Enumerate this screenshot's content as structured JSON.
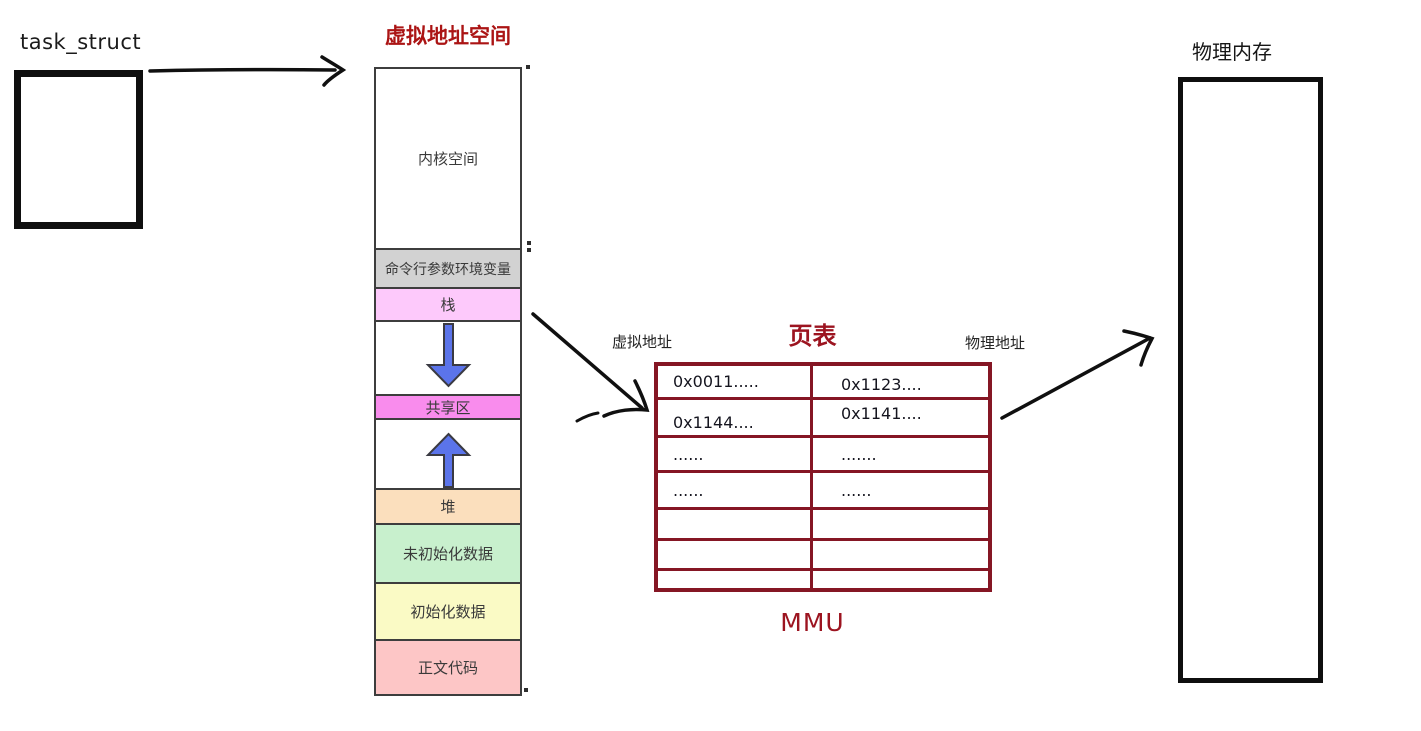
{
  "task_struct": {
    "label": "task_struct"
  },
  "virtual_address_space": {
    "title": "虚拟地址空间",
    "segments": [
      {
        "name": "kernel-space",
        "label": "内核空间",
        "bg": "#ffffff"
      },
      {
        "name": "cmdline-env",
        "label": "命令行参数环境变量",
        "bg": "#d2d2d2"
      },
      {
        "name": "stack",
        "label": "栈",
        "bg": "#fdc9fb"
      },
      {
        "name": "stack-growth",
        "label": "",
        "bg": "#ffffff",
        "icon": "down-arrow"
      },
      {
        "name": "shared-area",
        "label": "共享区",
        "bg": "#f98ced"
      },
      {
        "name": "heap-growth",
        "label": "",
        "bg": "#ffffff",
        "icon": "up-arrow"
      },
      {
        "name": "heap",
        "label": "堆",
        "bg": "#fbdfbd"
      },
      {
        "name": "uninitialized-data",
        "label": "未初始化数据",
        "bg": "#c8f0cd"
      },
      {
        "name": "initialized-data",
        "label": "初始化数据",
        "bg": "#fafac5"
      },
      {
        "name": "text-code",
        "label": "正文代码",
        "bg": "#fdc6c6"
      }
    ]
  },
  "page_table": {
    "title": "页表",
    "left_header": "虚拟地址",
    "right_header": "物理地址",
    "mmu_label": "MMU",
    "rows": [
      {
        "virtual": "0x0011.....",
        "physical": "0x1123...."
      },
      {
        "virtual": "0x1144....",
        "physical": "0x1141...."
      },
      {
        "virtual": "......",
        "physical": "......."
      },
      {
        "virtual": "......",
        "physical": "......"
      },
      {
        "virtual": "",
        "physical": ""
      },
      {
        "virtual": "",
        "physical": ""
      },
      {
        "virtual": "",
        "physical": ""
      }
    ]
  },
  "physical_memory": {
    "title": "物理内存"
  },
  "colors": {
    "diagram_red_text": "#9c1420",
    "vas_title_red": "#ab1414",
    "table_border": "#851624",
    "box_border": "#0f0f0f",
    "segment_border": "#3d3d3d",
    "growth_arrow_blue": "#5b74ea",
    "segment_bg": {
      "kernel": "#ffffff",
      "cmdline_env": "#d2d2d2",
      "stack": "#fdc9fb",
      "shared": "#f98ced",
      "heap": "#fbdfbd",
      "uninitialized": "#c8f0cd",
      "initialized": "#fafac5",
      "text_code": "#fdc6c6"
    }
  }
}
